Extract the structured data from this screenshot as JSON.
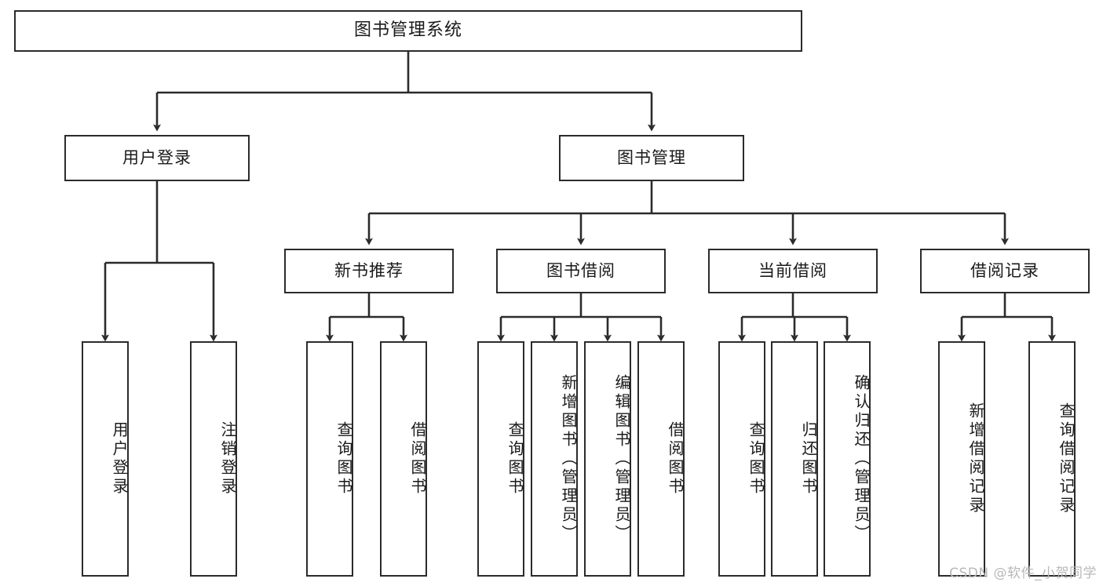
{
  "diagram": {
    "title": "图书管理系统",
    "type": "tree-hierarchy-chart",
    "watermark": "CSDN @软件_小贺同学",
    "colors": {
      "stroke": "#2b2b2b",
      "fill": "#ffffff",
      "text": "#1a1a1a",
      "watermark": "#b8b8b8"
    },
    "levels": {
      "root": {
        "label": "图书管理系统"
      },
      "level1": [
        {
          "label": "用户登录"
        },
        {
          "label": "图书管理"
        }
      ],
      "level2": [
        {
          "label": "新书推荐"
        },
        {
          "label": "图书借阅"
        },
        {
          "label": "当前借阅"
        },
        {
          "label": "借阅记录"
        }
      ],
      "leaves": {
        "user_login": [
          {
            "label": "用户登录"
          },
          {
            "label": "注销登录"
          }
        ],
        "new_book_recommend": [
          {
            "label": "查询图书"
          },
          {
            "label": "借阅图书"
          }
        ],
        "book_borrow": [
          {
            "label": "查询图书"
          },
          {
            "label": "新增图书（管理员）"
          },
          {
            "label": "编辑图书（管理员）"
          },
          {
            "label": "借阅图书"
          }
        ],
        "current_borrow": [
          {
            "label": "查询图书"
          },
          {
            "label": "归还图书"
          },
          {
            "label": "确认归还（管理员）"
          }
        ],
        "borrow_record": [
          {
            "label": "新增借阅记录"
          },
          {
            "label": "查询借阅记录"
          }
        ]
      }
    }
  }
}
